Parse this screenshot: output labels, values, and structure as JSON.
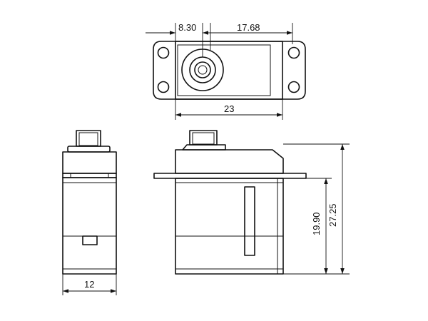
{
  "dimensions": {
    "top_left_width": "8.30",
    "top_right_width": "17.68",
    "top_body_width": "23",
    "side_width": "12",
    "body_height": "19.90",
    "total_height": "27.25"
  }
}
